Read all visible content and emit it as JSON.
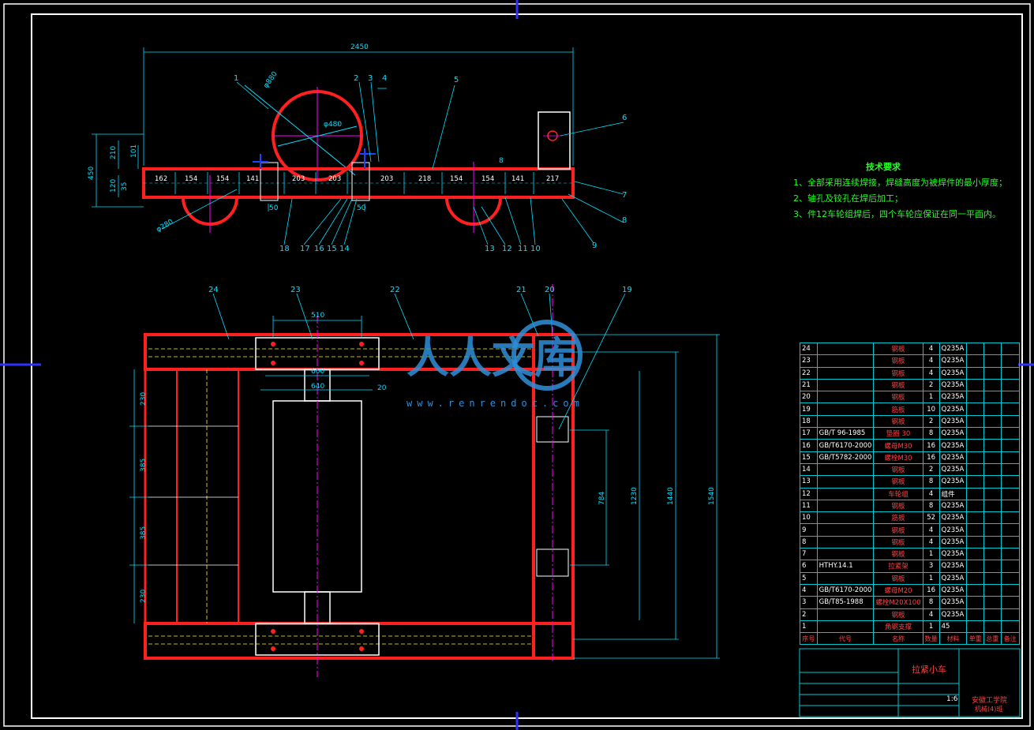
{
  "tech_requirements": {
    "title": "技术要求",
    "items": [
      "1、全部采用连续焊接，焊缝高度为被焊件的最小厚度；",
      "2、轴孔及铰孔在焊后加工；",
      "3、件12车轮组焊后，四个车轮应保证在同一平面内。"
    ]
  },
  "front_view": {
    "overall_dim": "2450",
    "wheel_dia": "φ480",
    "wheel_dia_alt": "φ880",
    "small_wheel_dia": "φ280",
    "segment_dims": [
      "162",
      "154",
      "154",
      "141",
      "203",
      "203",
      "203",
      "218",
      "154",
      "154",
      "141",
      "217"
    ],
    "vertical_dims": [
      "450",
      "210",
      "120",
      "101",
      "35"
    ],
    "small_dims": [
      "50",
      "50",
      "8"
    ],
    "part_numbers_top": [
      "1",
      "2",
      "3",
      "4",
      "5",
      "6"
    ],
    "part_numbers_right": [
      "7",
      "8",
      "9"
    ],
    "part_numbers_bottom": [
      "18",
      "17",
      "16",
      "15",
      "14",
      "13",
      "12",
      "11",
      "10"
    ]
  },
  "top_view": {
    "part_numbers": [
      "24",
      "23",
      "22",
      "21",
      "20",
      "19"
    ],
    "width_dims": [
      "510",
      "600",
      "640",
      "20"
    ],
    "left_dims": [
      "230",
      "385",
      "385",
      "230"
    ],
    "right_dims": [
      "784",
      "1230",
      "1440",
      "1540"
    ]
  },
  "bom": {
    "rows": [
      [
        "24",
        "",
        "钢板",
        "4",
        "Q235A"
      ],
      [
        "23",
        "",
        "钢板",
        "4",
        "Q235A"
      ],
      [
        "22",
        "",
        "钢板",
        "4",
        "Q235A"
      ],
      [
        "21",
        "",
        "钢板",
        "2",
        "Q235A"
      ],
      [
        "20",
        "",
        "钢板",
        "1",
        "Q235A"
      ],
      [
        "19",
        "",
        "筋板",
        "10",
        "Q235A"
      ],
      [
        "18",
        "",
        "钢板",
        "2",
        "Q235A"
      ],
      [
        "17",
        "GB/T 96-1985",
        "垫圈 30",
        "8",
        "Q235A"
      ],
      [
        "16",
        "GB/T6170-2000",
        "螺母M30",
        "16",
        "Q235A"
      ],
      [
        "15",
        "GB/T5782-2000",
        "螺栓M30",
        "16",
        "Q235A"
      ],
      [
        "14",
        "",
        "钢板",
        "2",
        "Q235A"
      ],
      [
        "13",
        "",
        "钢板",
        "8",
        "Q235A"
      ],
      [
        "12",
        "",
        "车轮组",
        "4",
        "组件"
      ],
      [
        "11",
        "",
        "钢板",
        "8",
        "Q235A"
      ],
      [
        "10",
        "",
        "筋板",
        "52",
        "Q235A"
      ],
      [
        "9",
        "",
        "钢板",
        "4",
        "Q235A"
      ],
      [
        "8",
        "",
        "钢板",
        "4",
        "Q235A"
      ],
      [
        "7",
        "",
        "钢板",
        "1",
        "Q235A"
      ],
      [
        "6",
        "HTHY.14.1",
        "拉紧架",
        "3",
        "Q235A"
      ],
      [
        "5",
        "",
        "钢板",
        "1",
        "Q235A"
      ],
      [
        "4",
        "GB/T6170-2000",
        "螺母M20",
        "16",
        "Q235A"
      ],
      [
        "3",
        "GB/T85-1988",
        "螺栓M20X100",
        "8",
        "Q235A"
      ],
      [
        "2",
        "",
        "钢板",
        "4",
        "Q235A"
      ],
      [
        "1",
        "",
        "角钢支撑",
        "1",
        "45"
      ]
    ],
    "header": [
      "序号",
      "代号",
      "名称",
      "数量",
      "材料",
      "单重",
      "总重",
      "备注"
    ]
  },
  "title_block": {
    "drawing_name": "拉紧小车",
    "school": "安徽工学院",
    "class": "机械(4)班",
    "scale": "1:6"
  },
  "watermark": {
    "chars": "人人文库",
    "url": "www.renrendoc.com"
  },
  "colors": {
    "frame": "#ffffff",
    "part": "#ff2020",
    "dimension": "#00e0ff",
    "center": "#ff00ff",
    "hidden": "#ffff00",
    "tech": "#22ff22",
    "border_mark": "#3030ff"
  }
}
